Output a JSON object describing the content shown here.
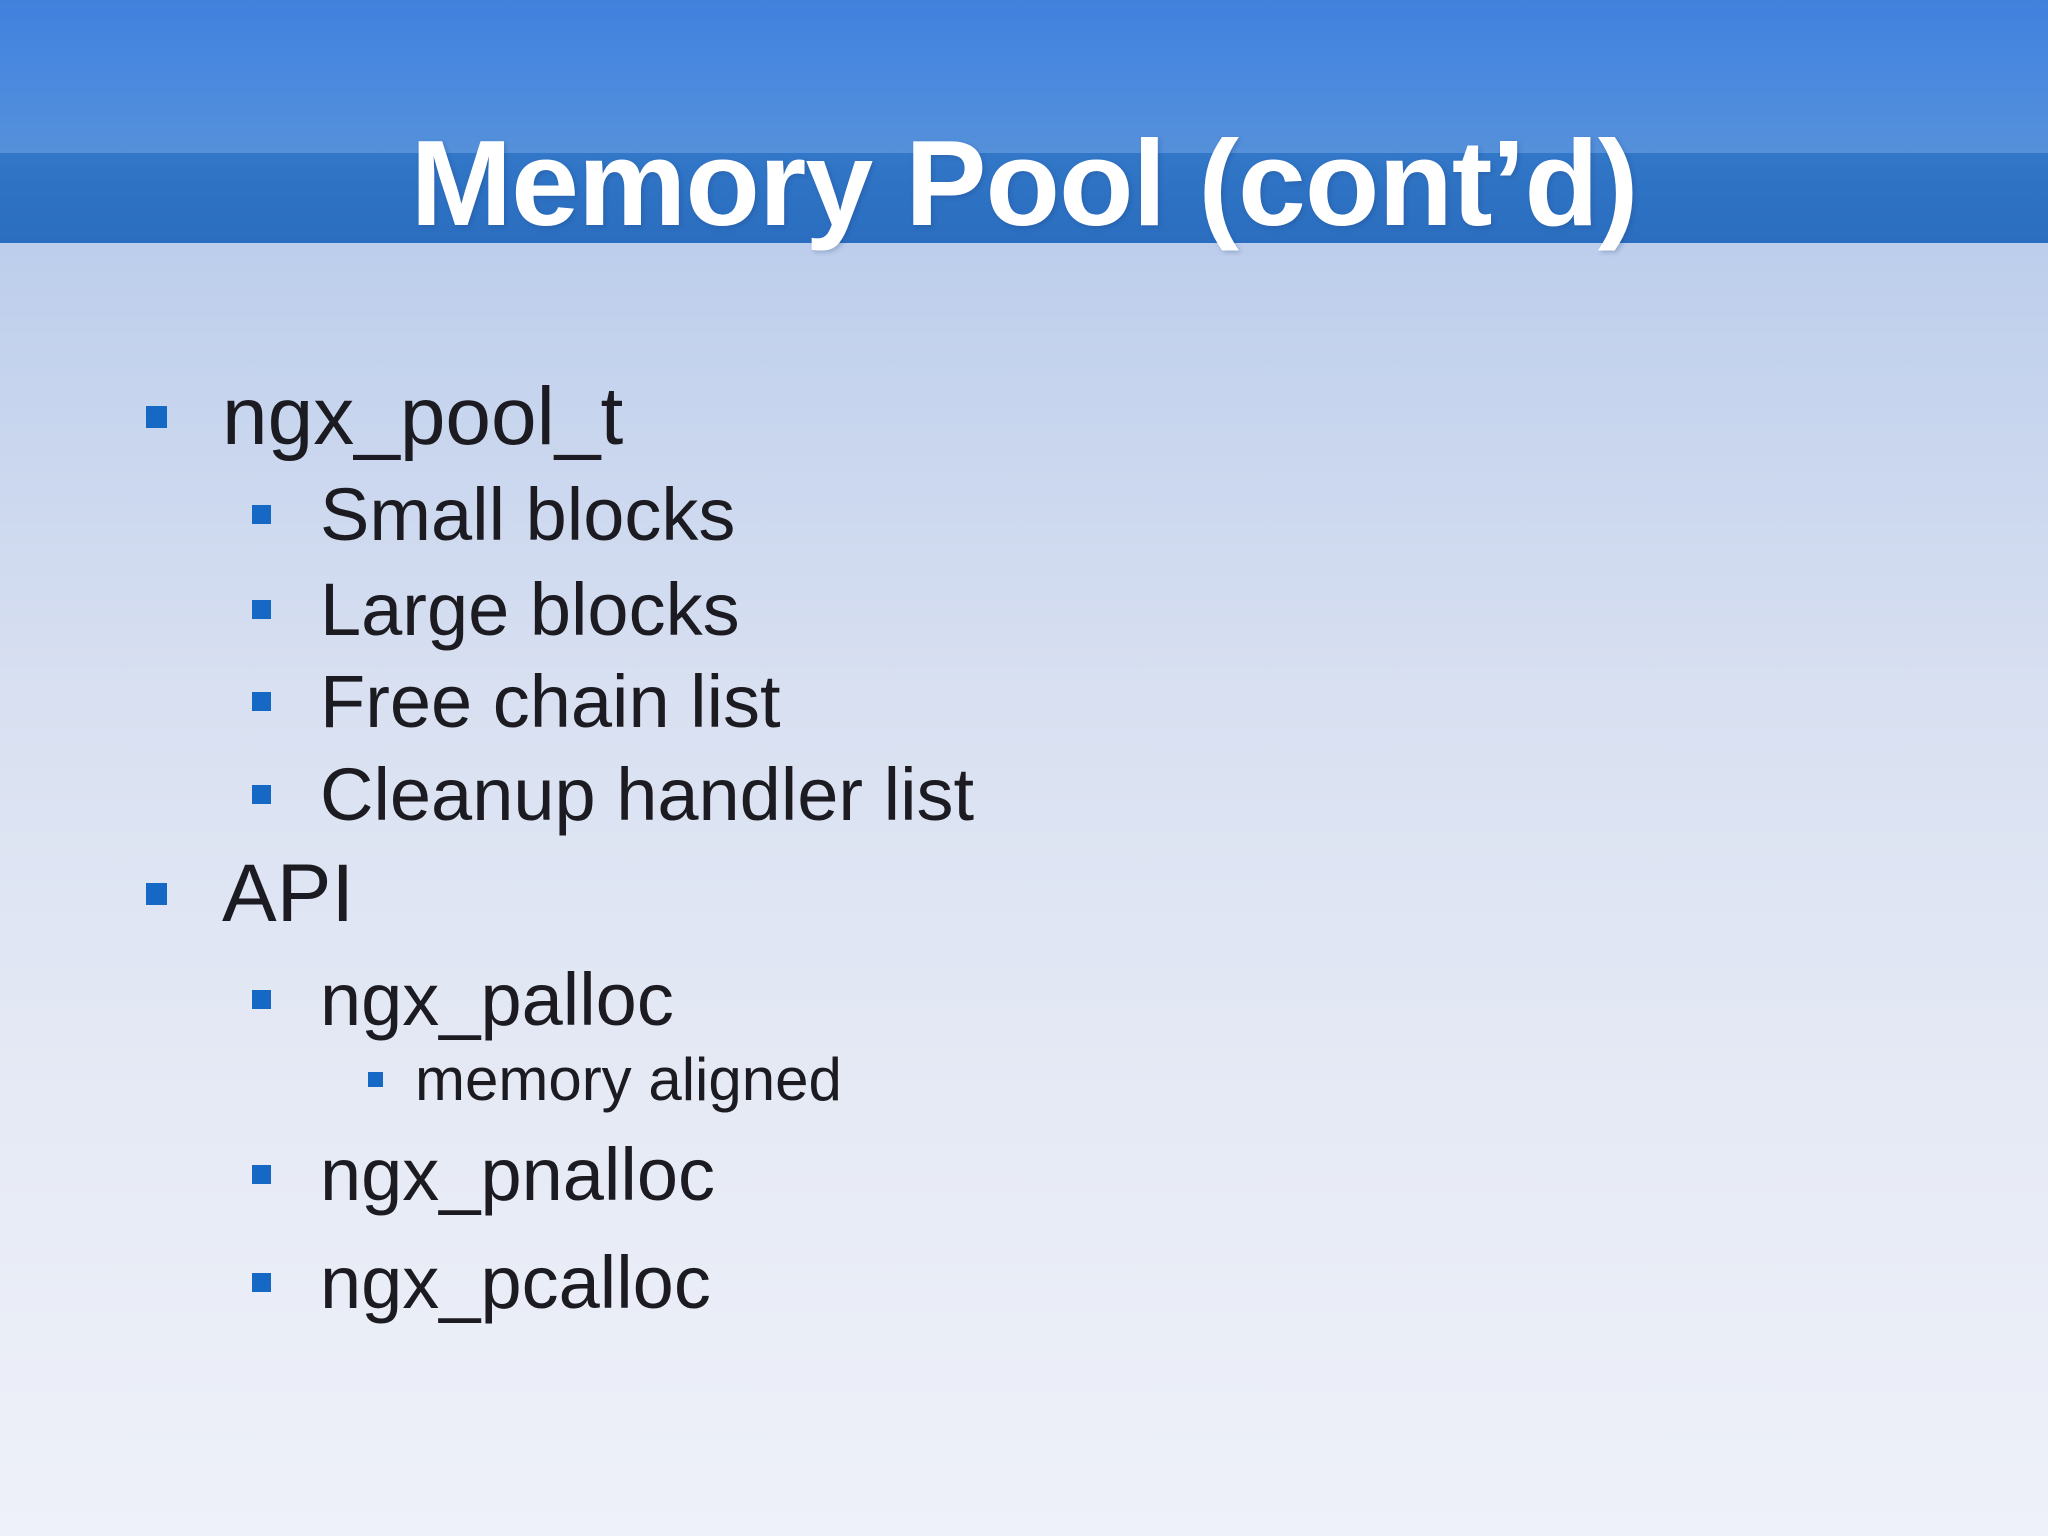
{
  "slide": {
    "title": "Memory Pool (cont’d)",
    "colors": {
      "header_top": "#4181dd",
      "header_bottom": "#5590da",
      "band": "#2e72c4",
      "body_grad_top": "#a9c4ea",
      "body_grad_bottom": "#eef1f9",
      "bullet": "#1568c4",
      "text": "#1b1b21",
      "title_text": "#ffffff"
    },
    "bullets": [
      {
        "level": 1,
        "label": "ngx_pool_t"
      },
      {
        "level": 2,
        "label": "Small blocks"
      },
      {
        "level": 2,
        "label": "Large blocks"
      },
      {
        "level": 2,
        "label": "Free chain list"
      },
      {
        "level": 2,
        "label": "Cleanup handler list"
      },
      {
        "level": 1,
        "label": "API"
      },
      {
        "level": 2,
        "label": "ngx_palloc"
      },
      {
        "level": 3,
        "label": "memory aligned"
      },
      {
        "level": 2,
        "label": "ngx_pnalloc"
      },
      {
        "level": 2,
        "label": "ngx_pcalloc"
      }
    ]
  }
}
